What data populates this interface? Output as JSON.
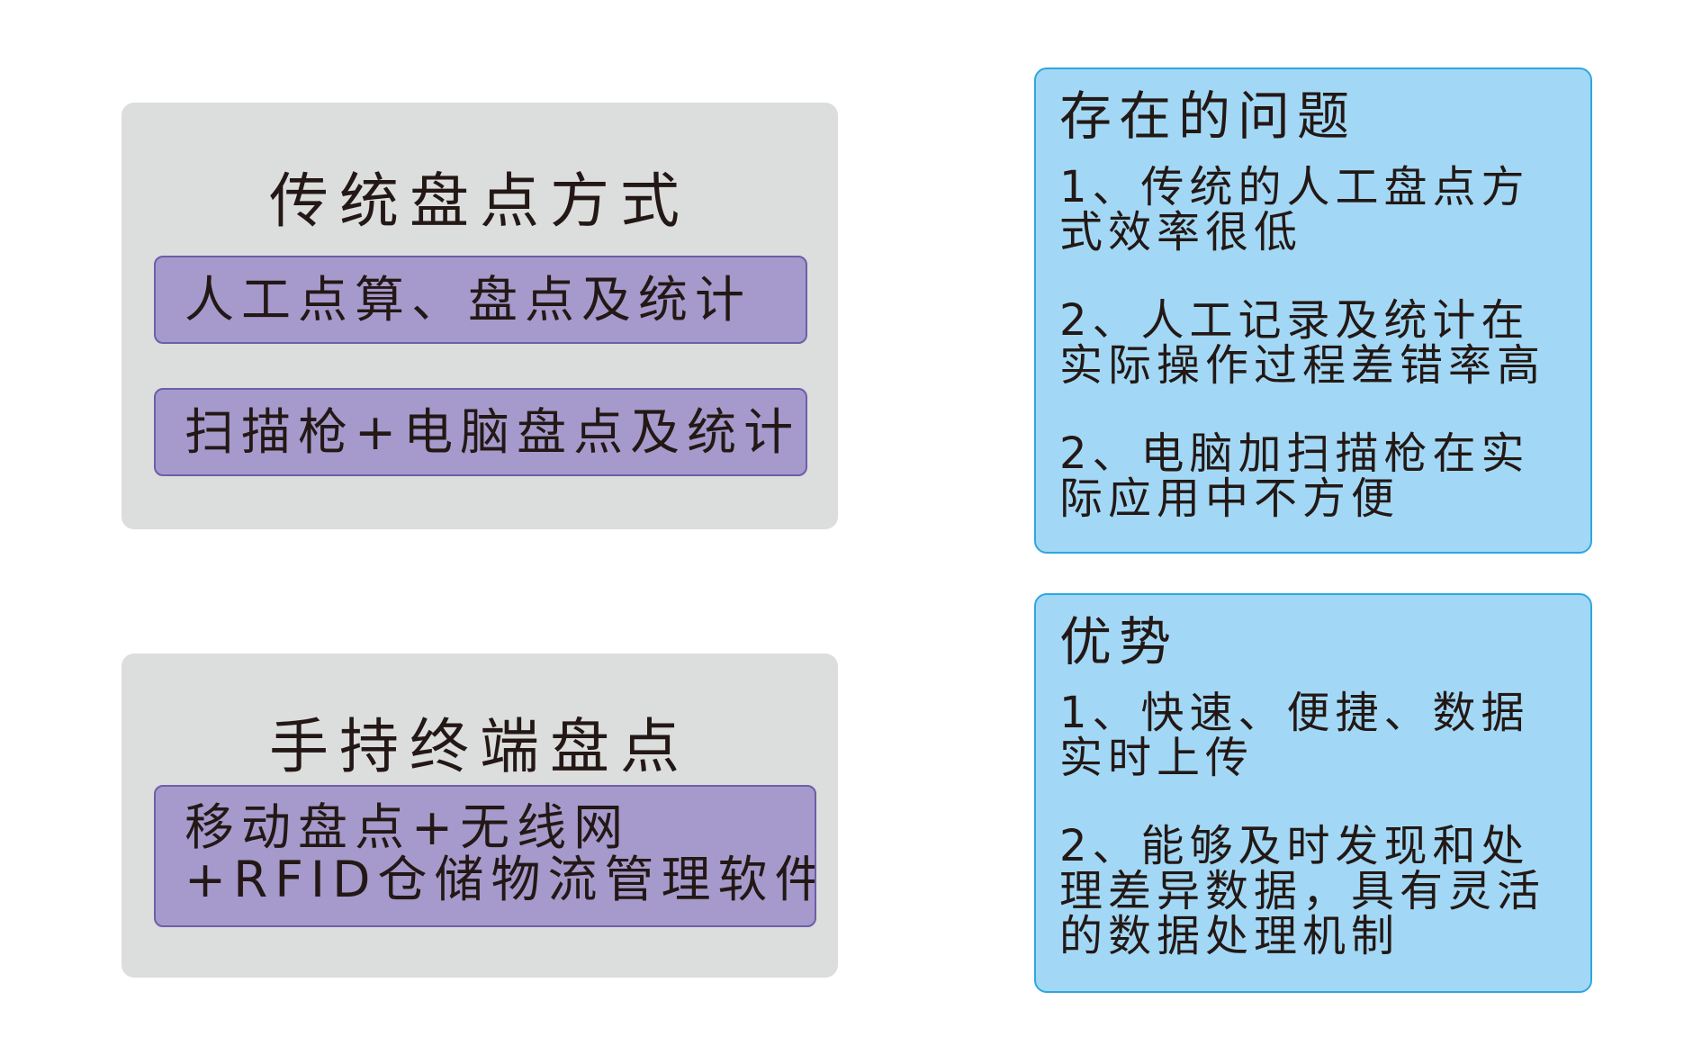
{
  "traditional": {
    "title": "传统盘点方式",
    "methods": [
      "人工点算、盘点及统计",
      "扫描枪+电脑盘点及统计"
    ]
  },
  "handheld": {
    "title": "手持终端盘点",
    "method_lines": [
      "移动盘点+无线网",
      "+RFID仓储物流管理软件"
    ]
  },
  "problems": {
    "title": "存在的问题",
    "items": [
      {
        "lines": [
          "1、传统的人工盘点方",
          "式效率很低"
        ]
      },
      {
        "lines": [
          "2、人工记录及统计在",
          "实际操作过程差错率高"
        ]
      },
      {
        "lines": [
          "2、电脑加扫描枪在实",
          "际应用中不方便"
        ]
      }
    ]
  },
  "advantages": {
    "title": "优势",
    "items": [
      {
        "lines": [
          "1、快速、便捷、数据",
          "实时上传"
        ]
      },
      {
        "lines": [
          "2、能够及时发现和处",
          "理差异数据，具有灵活",
          "的数据处理机制"
        ]
      }
    ]
  },
  "colors": {
    "panel_gray": "#dcdddd",
    "method_purple": "#a59acb",
    "info_blue": "#a2d8f5",
    "info_border": "#2ea7e0"
  }
}
